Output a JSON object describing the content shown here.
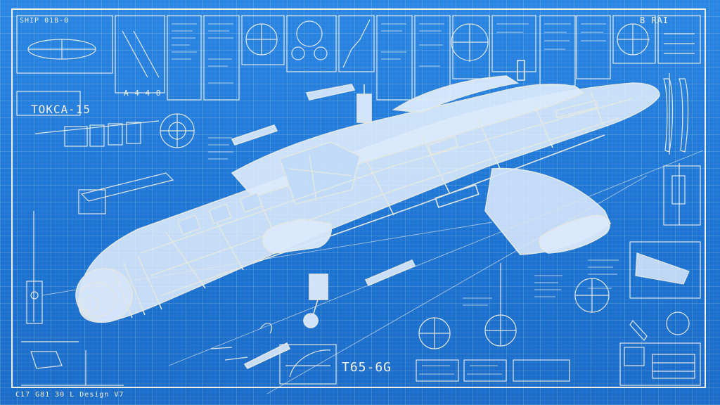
{
  "title_block": "SHIP 01B-0",
  "side_code": "TOKCA-15",
  "center_code": "T65-6G",
  "corner_code": "B RAI",
  "bottom_stamp": "C17 G81 30 L Design V7",
  "scale_digits": "A 4 4 0",
  "colors": {
    "paper": "#1f7ad8",
    "ink": "#f4f1e4",
    "accent": "#d8ecff"
  }
}
